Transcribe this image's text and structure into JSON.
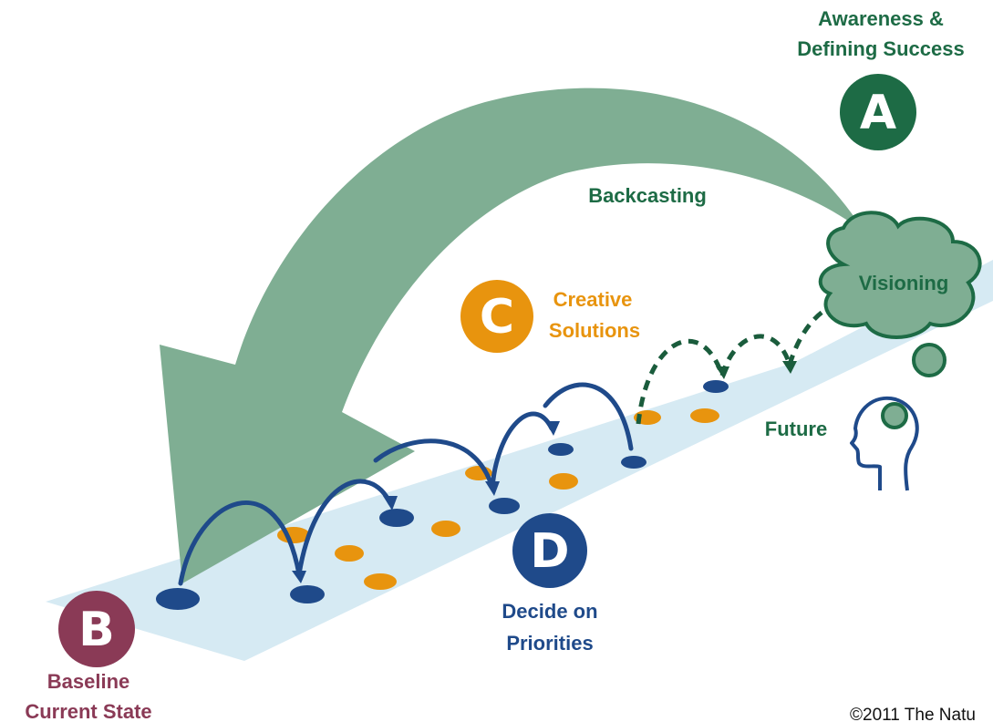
{
  "colors": {
    "dark_green": "#1d6b45",
    "sage_green": "#7fae93",
    "maroon": "#8a3a56",
    "orange": "#e8940e",
    "navy": "#1f4a8a",
    "light_blue": "#d6eaf3",
    "dash_green": "#1a5c3c",
    "head_outline": "#1f4a8a"
  },
  "stage_a": {
    "letter": "A",
    "title_line1": "Awareness &",
    "title_line2": "Defining Success"
  },
  "stage_b": {
    "letter": "B",
    "title_line1": "Baseline",
    "title_line2": "Current State"
  },
  "stage_c": {
    "letter": "C",
    "title_line1": "Creative",
    "title_line2": "Solutions"
  },
  "stage_d": {
    "letter": "D",
    "title_line1": "Decide on",
    "title_line2": "Priorities"
  },
  "labels": {
    "backcasting": "Backcasting",
    "visioning": "Visioning",
    "future": "Future",
    "copyright": "©2011 The Natu"
  },
  "icons": {
    "head": "person-head-silhouette-icon",
    "cloud": "thought-cloud-icon"
  }
}
